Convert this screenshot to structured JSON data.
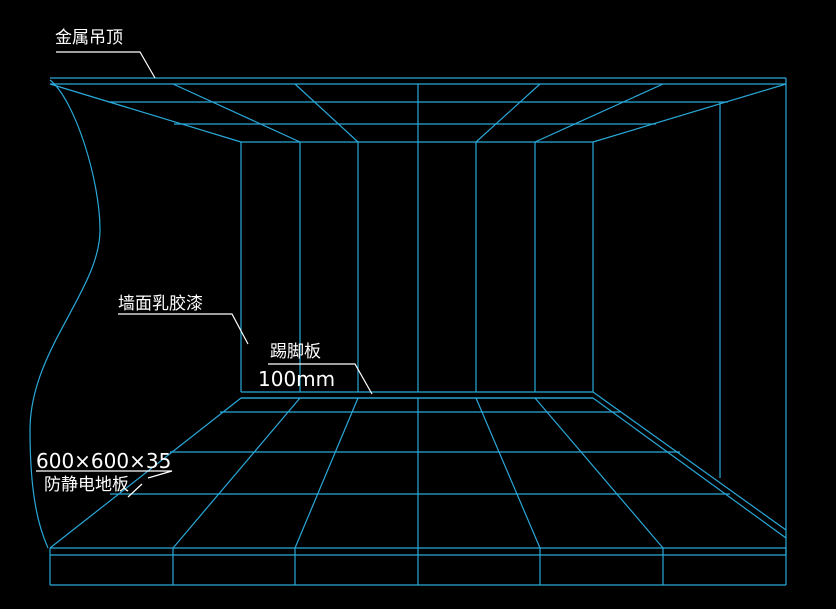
{
  "colors": {
    "background": "#000000",
    "line": "#2aa8d8",
    "text": "#ffffff"
  },
  "labels": {
    "ceiling": "金属吊顶",
    "wall": "墙面乳胶漆",
    "skirting_title": "踢脚板",
    "skirting_size": "100mm",
    "floor_size": "600×600×35",
    "floor_name": "防静电地板"
  }
}
